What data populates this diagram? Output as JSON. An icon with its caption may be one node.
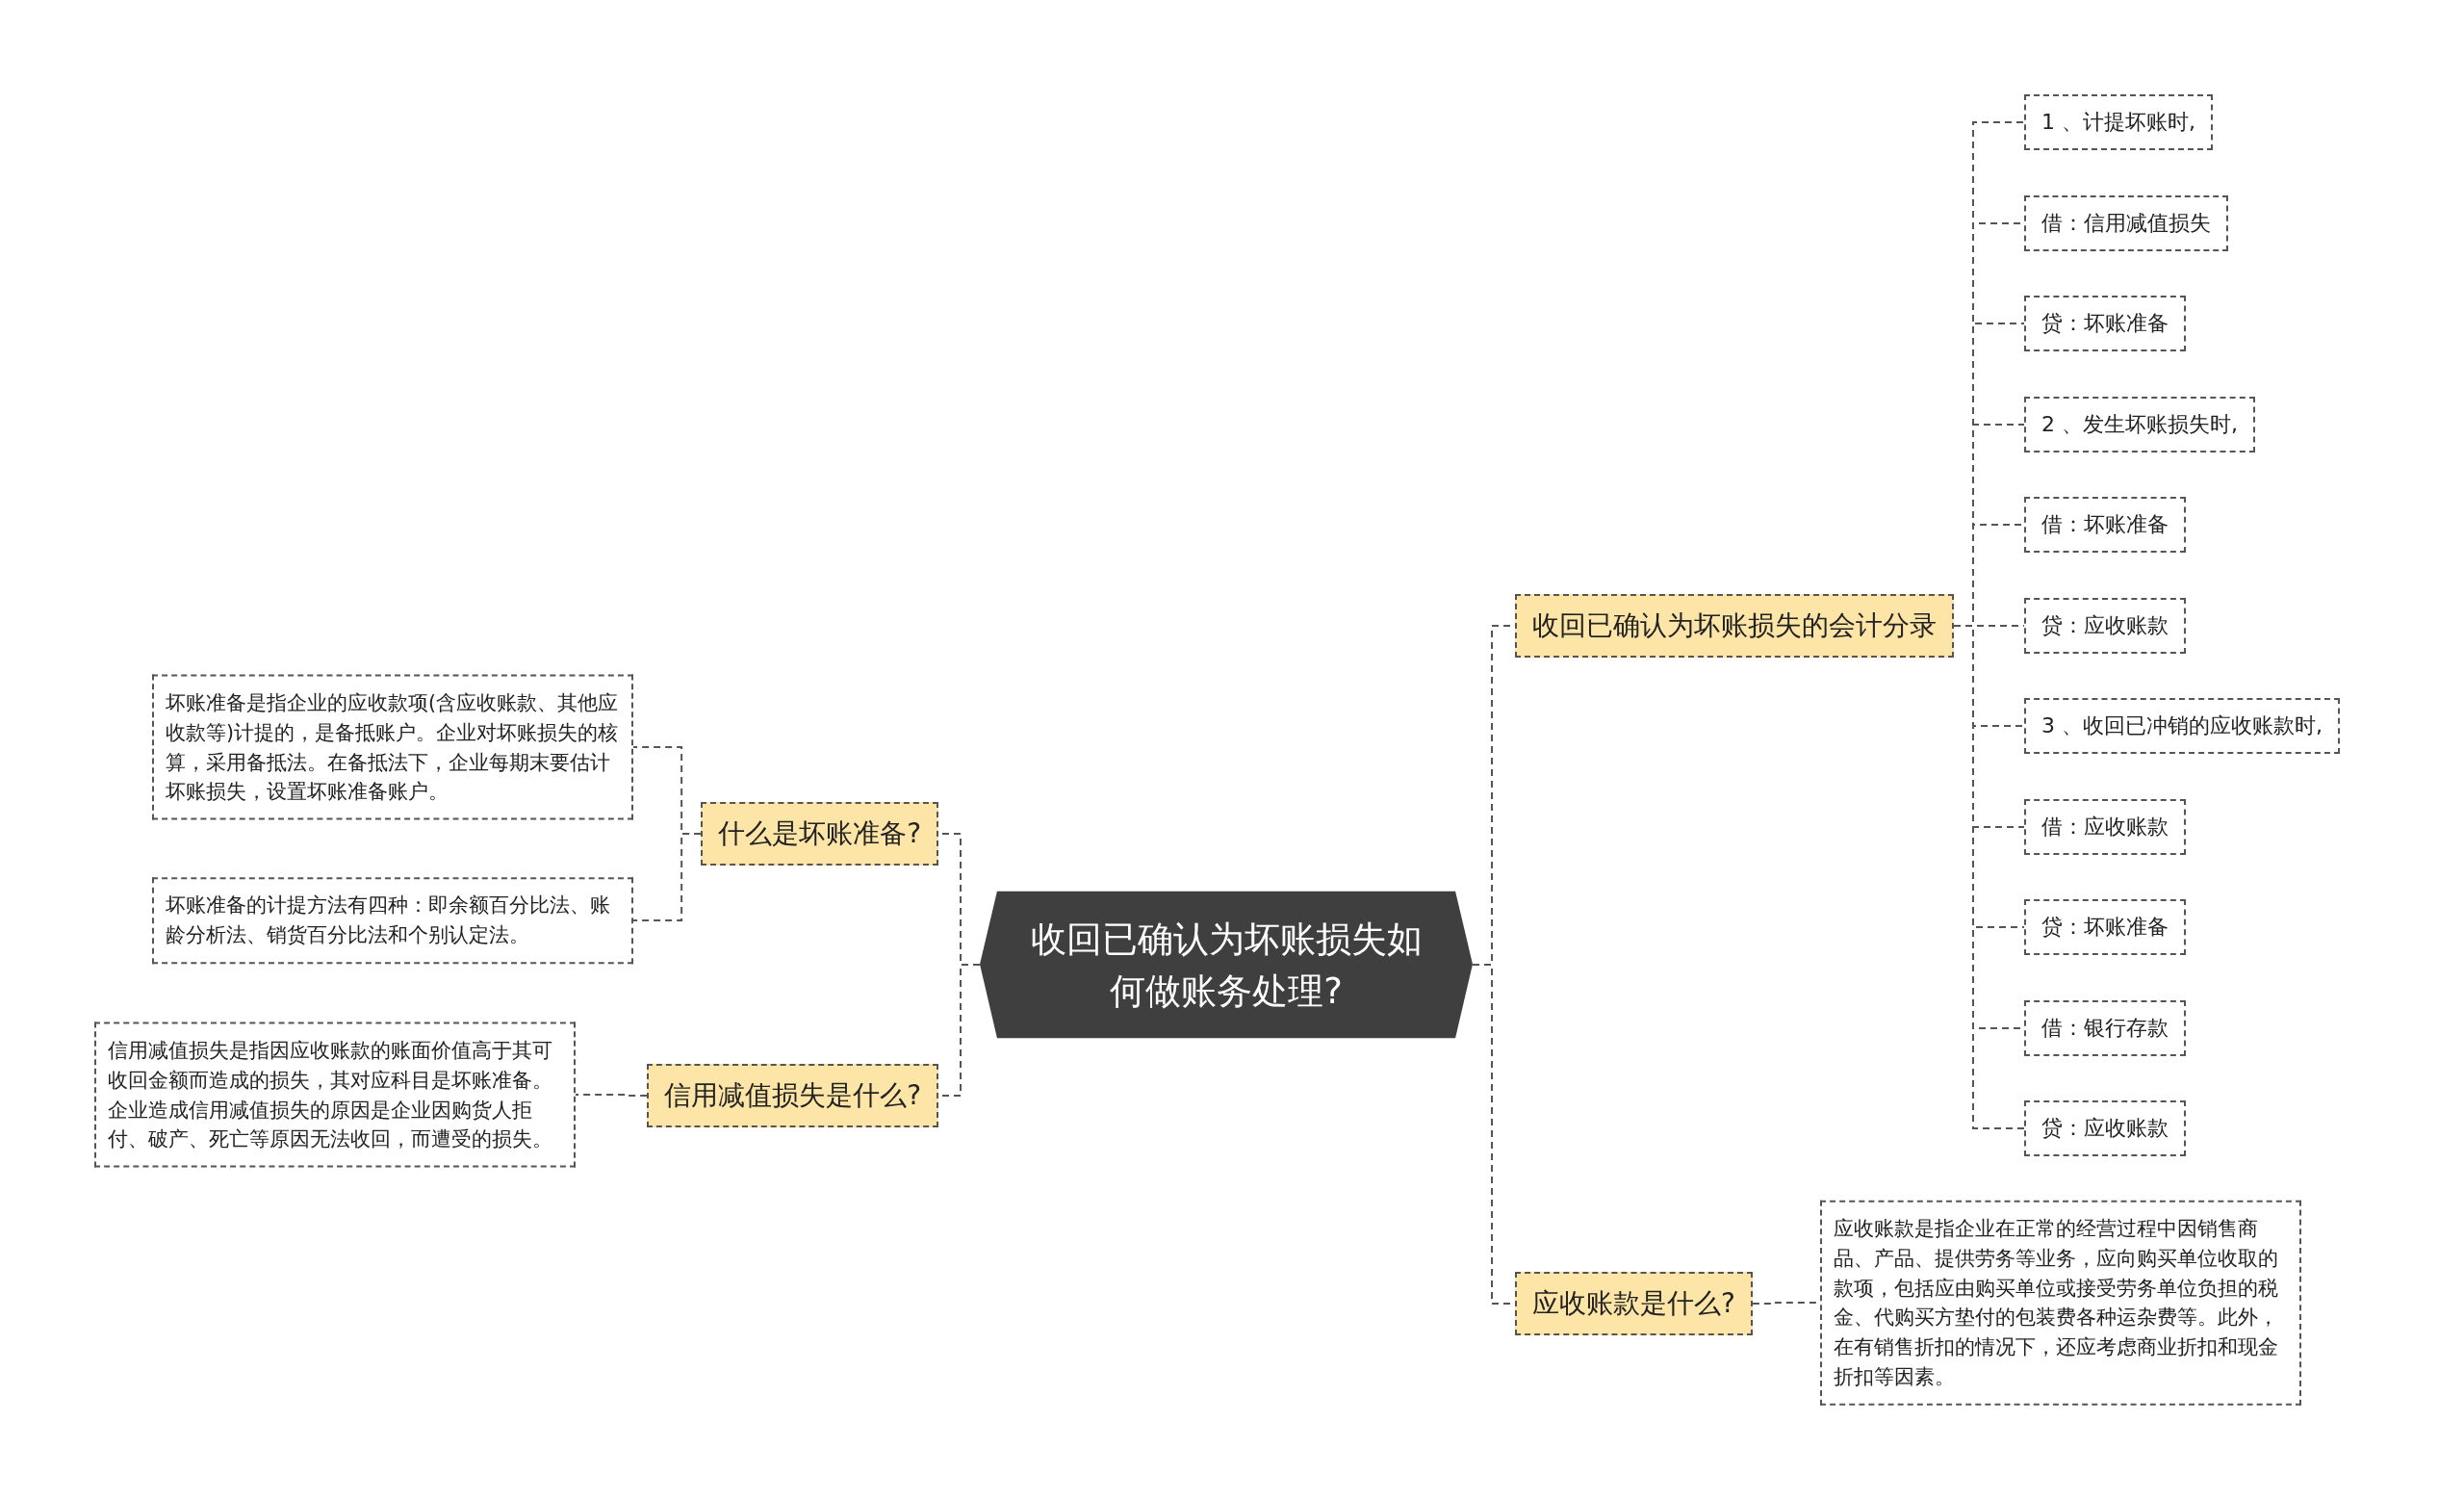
{
  "diagram": {
    "nodes": [
      {
        "text": [
          "收回已确认为坏账损失如何做账务处理?"
        ]
      },
      {
        "text": [
          "收回已确认为坏账损失的会计分录"
        ]
      },
      {
        "text": [
          "1 、计提坏账时,"
        ]
      },
      {
        "text": [
          "借：信用减值损失"
        ]
      },
      {
        "text": [
          "贷：坏账准备"
        ]
      },
      {
        "text": [
          "2 、发生坏账损失时,"
        ]
      },
      {
        "text": [
          "借：坏账准备"
        ]
      },
      {
        "text": [
          "贷：应收账款"
        ]
      },
      {
        "text": [
          "3 、收回已冲销的应收账款时,"
        ]
      },
      {
        "text": [
          "借：应收账款"
        ]
      },
      {
        "text": [
          "贷：坏账准备"
        ]
      },
      {
        "text": [
          "借：银行存款"
        ]
      },
      {
        "text": [
          "贷：应收账款"
        ]
      },
      {
        "text": [
          "应收账款是什么?"
        ]
      },
      {
        "text": [
          "应收账款是指企业在正常的经营过程中因销售商品、产品、提供劳务等业务，应向购买单位收取的款项，包括应由购买单位或接受劳务单位负担的税金、代购买方垫付的包装费各种运杂费等。此外，在有销售折扣的情况下，还应考虑商业折扣和现金折扣等因素。"
        ]
      },
      {
        "text": [
          "什么是坏账准备?"
        ]
      },
      {
        "text": [
          "坏账准备是指企业的应收款项(含应收账款、其他应收款等)计提的，是备抵账户。企业对坏账损失的核算，采用备抵法。在备抵法下，企业每期末要估计坏账损失，设置坏账准备账户。"
        ]
      },
      {
        "text": [
          "坏账准备的计提方法有四种：即余额百分比法、账龄分析法、销货百分比法和个别认定法。"
        ]
      },
      {
        "text": [
          "信用减值损失是什么?"
        ]
      },
      {
        "text": [
          "信用减值损失是指因应收账款的账面价值高于其可收回金额而造成的损失，其对应科目是坏账准备。企业造成信用减值损失的原因是企业因购货人拒付、破产、死亡等原因无法收回，而遭受的损失。"
        ]
      }
    ],
    "edges": [
      {
        "from": 0,
        "to": 1,
        "arrow": "none"
      },
      {
        "from": 1,
        "to": 2,
        "arrow": "none"
      },
      {
        "from": 1,
        "to": 3,
        "arrow": "none"
      },
      {
        "from": 1,
        "to": 4,
        "arrow": "none"
      },
      {
        "from": 1,
        "to": 5,
        "arrow": "none"
      },
      {
        "from": 1,
        "to": 6,
        "arrow": "none"
      },
      {
        "from": 1,
        "to": 7,
        "arrow": "none"
      },
      {
        "from": 1,
        "to": 8,
        "arrow": "none"
      },
      {
        "from": 1,
        "to": 9,
        "arrow": "none"
      },
      {
        "from": 1,
        "to": 10,
        "arrow": "none"
      },
      {
        "from": 1,
        "to": 11,
        "arrow": "none"
      },
      {
        "from": 1,
        "to": 12,
        "arrow": "none"
      },
      {
        "from": 0,
        "to": 13,
        "arrow": "none"
      },
      {
        "from": 13,
        "to": 14,
        "arrow": "none"
      },
      {
        "from": 0,
        "to": 15,
        "arrow": "none"
      },
      {
        "from": 15,
        "to": 16,
        "arrow": "none"
      },
      {
        "from": 15,
        "to": 17,
        "arrow": "none"
      },
      {
        "from": 0,
        "to": 18,
        "arrow": "none"
      },
      {
        "from": 18,
        "to": 19,
        "arrow": "none"
      }
    ]
  }
}
